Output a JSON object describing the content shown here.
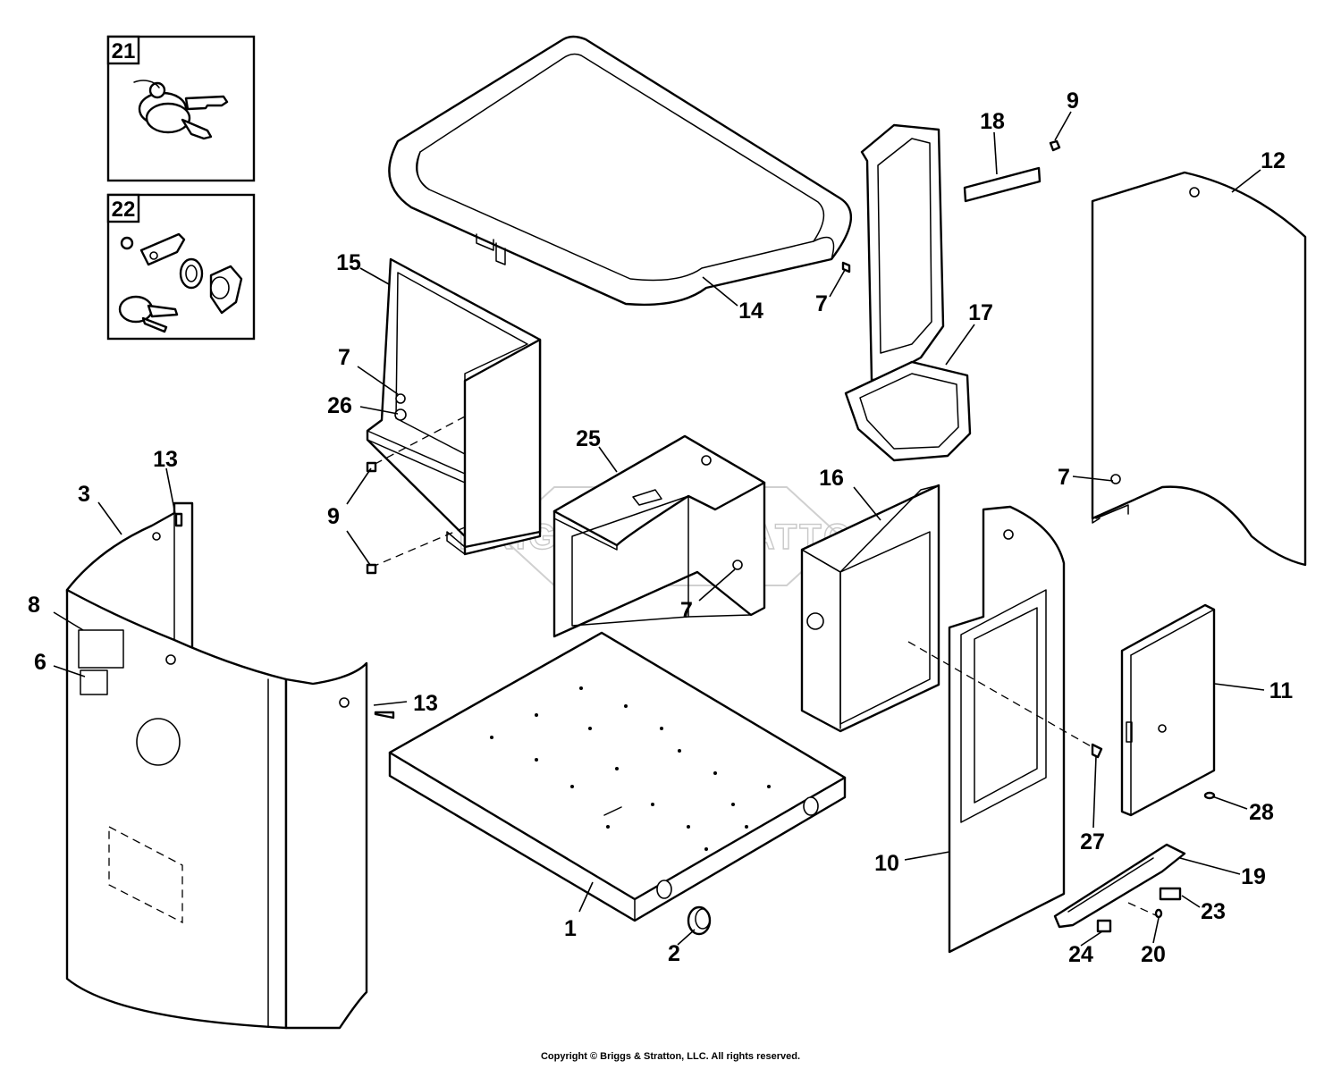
{
  "watermark": "BRIGGS & STRATTON",
  "copyright": "Copyright © Briggs & Stratton, LLC. All rights reserved.",
  "inset_boxes": [
    {
      "number": "21",
      "part": "key-set"
    },
    {
      "number": "22",
      "part": "lock-kit"
    }
  ],
  "callouts": {
    "c1": "1",
    "c2": "2",
    "c3": "3",
    "c6": "6",
    "c7a": "7",
    "c7b": "7",
    "c7c": "7",
    "c7d": "7",
    "c8": "8",
    "c9a": "9",
    "c9b": "9",
    "c10": "10",
    "c11": "11",
    "c12": "12",
    "c13a": "13",
    "c13b": "13",
    "c14": "14",
    "c15": "15",
    "c16": "16",
    "c17": "17",
    "c18": "18",
    "c19": "19",
    "c20": "20",
    "c23": "23",
    "c24": "24",
    "c25": "25",
    "c26": "26",
    "c27": "27",
    "c28": "28"
  }
}
